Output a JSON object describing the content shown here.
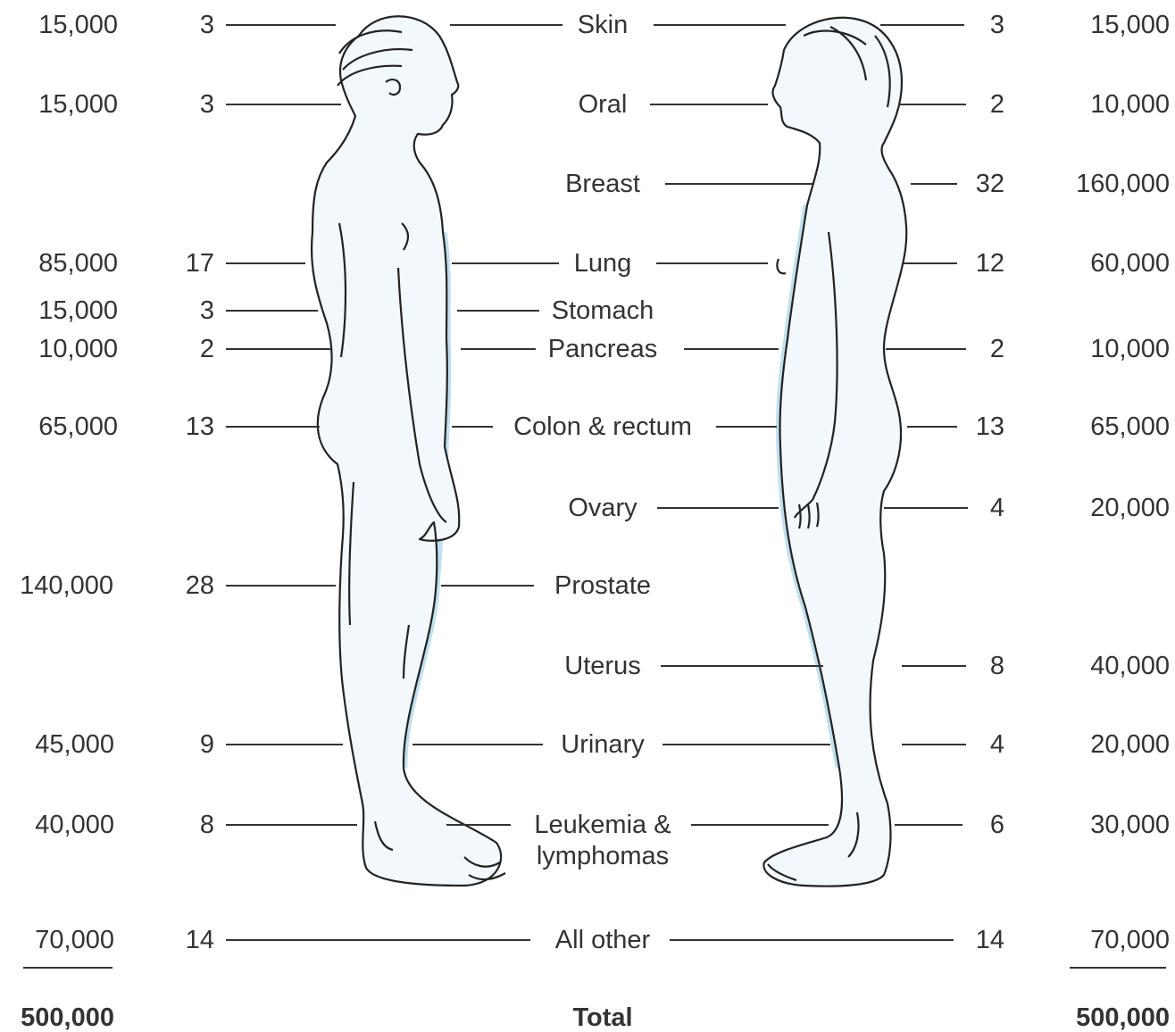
{
  "rows": [
    {
      "site": "Skin",
      "male_count": "15,000",
      "male_pct": "3",
      "female_pct": "3",
      "female_count": "15,000"
    },
    {
      "site": "Oral",
      "male_count": "15,000",
      "male_pct": "3",
      "female_pct": "2",
      "female_count": "10,000"
    },
    {
      "site": "Breast",
      "male_count": "",
      "male_pct": "",
      "female_pct": "32",
      "female_count": "160,000"
    },
    {
      "site": "Lung",
      "male_count": "85,000",
      "male_pct": "17",
      "female_pct": "12",
      "female_count": "60,000"
    },
    {
      "site": "Stomach",
      "male_count": "15,000",
      "male_pct": "3",
      "female_pct": "",
      "female_count": ""
    },
    {
      "site": "Pancreas",
      "male_count": "10,000",
      "male_pct": "2",
      "female_pct": "2",
      "female_count": "10,000"
    },
    {
      "site": "Colon & rectum",
      "male_count": "65,000",
      "male_pct": "13",
      "female_pct": "13",
      "female_count": "65,000"
    },
    {
      "site": "Ovary",
      "male_count": "",
      "male_pct": "",
      "female_pct": "4",
      "female_count": "20,000"
    },
    {
      "site": "Prostate",
      "male_count": "140,000",
      "male_pct": "28",
      "female_pct": "",
      "female_count": ""
    },
    {
      "site": "Uterus",
      "male_count": "",
      "male_pct": "",
      "female_pct": "8",
      "female_count": "40,000"
    },
    {
      "site": "Urinary",
      "male_count": "45,000",
      "male_pct": "9",
      "female_pct": "4",
      "female_count": "20,000"
    },
    {
      "site": "Leukemia &",
      "site_line2": "lymphomas",
      "male_count": "40,000",
      "male_pct": "8",
      "female_pct": "6",
      "female_count": "30,000"
    },
    {
      "site": "All other",
      "male_count": "70,000",
      "male_pct": "14",
      "female_pct": "14",
      "female_count": "70,000"
    }
  ],
  "total": {
    "label": "Total",
    "male": "500,000",
    "female": "500,000"
  },
  "colors": {
    "text": "#333333",
    "line": "#333333",
    "figure_fill": "#f2f8fb",
    "figure_glow": "#bfe0ee",
    "figure_stroke": "#222222"
  }
}
